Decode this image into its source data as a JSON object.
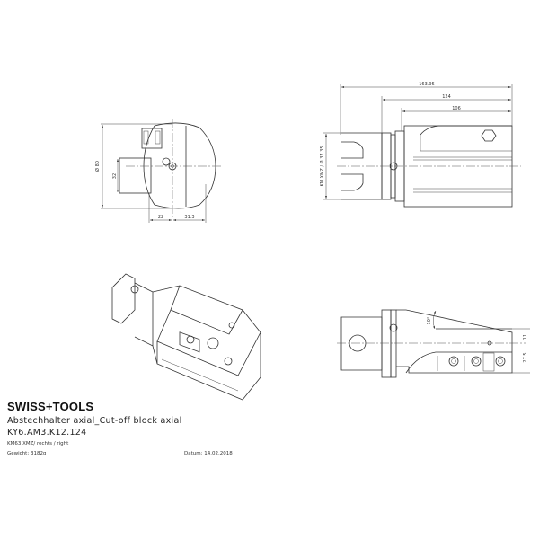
{
  "title_block": {
    "brand": "SWISS+TOOLS",
    "title": "Abstechhalter axial_Cut-off block axial",
    "code": "KY6.AM3.K12.124",
    "spec": "KM63 XMZ/ rechts / right",
    "weight": "Gewicht: 3182g",
    "date": "Datum: 14.02.2018"
  },
  "front_view": {
    "dim_diameter": "Ø 80",
    "dim_height": "32",
    "dim_left": "22",
    "dim_right": "31.3"
  },
  "side_view": {
    "dim_total": "163.95",
    "dim_124": "124",
    "dim_106": "106",
    "dim_shank": "KM XMZ / Ø 37.35"
  },
  "top_view": {
    "dim_angle": "10°",
    "dim_11": "11",
    "dim_275": "27.5"
  }
}
